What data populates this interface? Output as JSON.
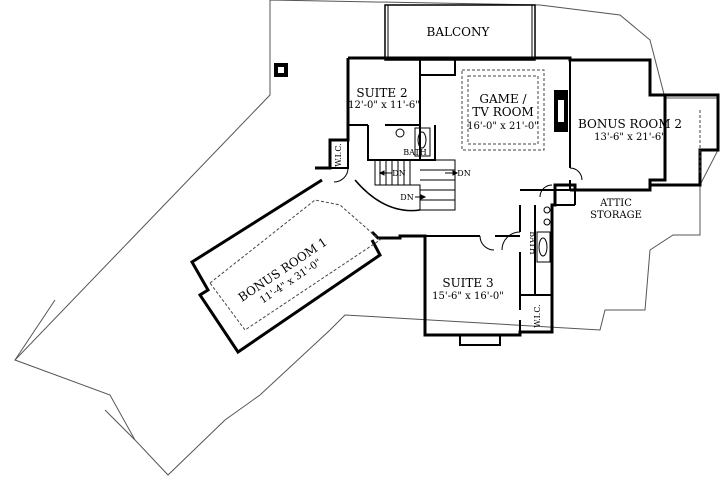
{
  "rooms": {
    "balcony": {
      "name": "BALCONY"
    },
    "suite2": {
      "name": "SUITE 2",
      "size": "12'-0\" x 11'-6\""
    },
    "game": {
      "name_line1": "GAME /",
      "name_line2": "TV ROOM",
      "size": "16'-0\" x 21'-0\""
    },
    "bonus2": {
      "name": "BONUS ROOM 2",
      "size": "13'-6\" x 21'-6\""
    },
    "bonus1": {
      "name": "BONUS ROOM 1",
      "size": "11'-4\" x 31'-0\""
    },
    "suite3": {
      "name": "SUITE 3",
      "size": "15'-6\" x 16'-0\""
    },
    "attic": {
      "line1": "ATTIC",
      "line2": "STORAGE"
    },
    "bath_upper": "BATH",
    "bath_lower": "BATH",
    "wic_upper": "W.I.C.",
    "wic_lower": "W.I.C."
  },
  "stairs": {
    "dn1": "DN",
    "dn2": "DN",
    "dn3": "DN"
  },
  "colors": {
    "wall": "#000000",
    "roof": "#555555",
    "dashed": "#444444",
    "background": "#ffffff"
  }
}
